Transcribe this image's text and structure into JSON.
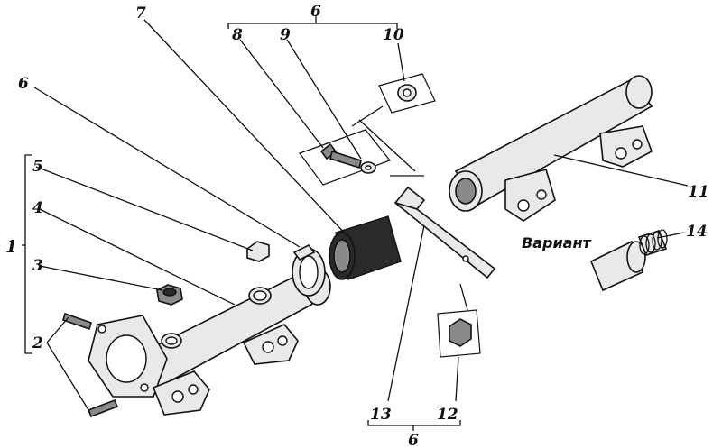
{
  "labels": {
    "n1": "1",
    "n2": "2",
    "n3": "3",
    "n4": "4",
    "n5": "5",
    "n6_left": "6",
    "n6_top": "6",
    "n6_bottom": "6",
    "n7": "7",
    "n8": "8",
    "n9": "9",
    "n10": "10",
    "n11": "11",
    "n12": "12",
    "n13": "13",
    "n14": "14"
  },
  "variant_label": "Вариант"
}
